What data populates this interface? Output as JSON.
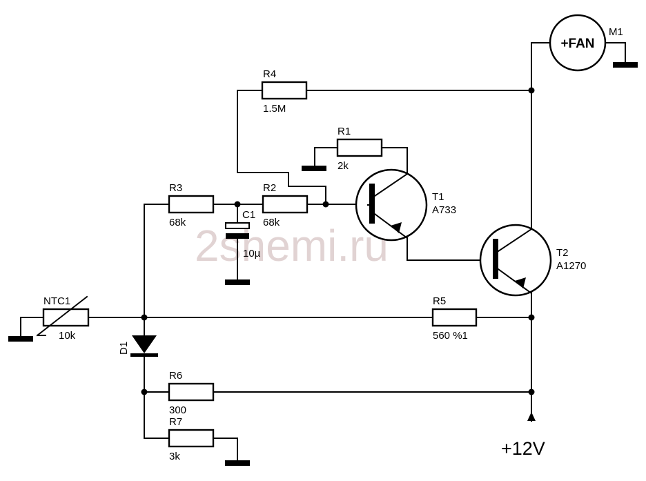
{
  "watermark": "2shemi.ru",
  "motor": {
    "ref": "M1",
    "label": "+FAN"
  },
  "components": {
    "R1": {
      "ref": "R1",
      "value": "2k"
    },
    "R2": {
      "ref": "R2",
      "value": "68k"
    },
    "R3": {
      "ref": "R3",
      "value": "68k"
    },
    "R4": {
      "ref": "R4",
      "value": "1.5M"
    },
    "R5": {
      "ref": "R5",
      "value": "560 %1"
    },
    "R6": {
      "ref": "R6",
      "value": "300"
    },
    "R7": {
      "ref": "R7",
      "value": "3k"
    },
    "C1": {
      "ref": "C1",
      "value": "10µ"
    },
    "NTC1": {
      "ref": "NTC1",
      "value": "10k"
    },
    "D1": {
      "ref": "D1"
    },
    "T1": {
      "ref": "T1",
      "value": "A733"
    },
    "T2": {
      "ref": "T2",
      "value": "A1270"
    }
  },
  "supply": {
    "label": "+12V"
  }
}
